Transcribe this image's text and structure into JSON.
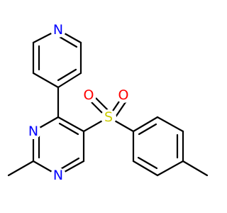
{
  "colors": {
    "background": "#ffffff",
    "bond": "#000000",
    "nitrogen": "#0000ff",
    "oxygen": "#ff0000",
    "sulfur": "#cccc00"
  },
  "atoms": {
    "n_pyridine": {
      "symbol": "N",
      "element": "nitrogen"
    },
    "n_pyrimidine_1": {
      "symbol": "N",
      "element": "nitrogen"
    },
    "n_pyrimidine_3": {
      "symbol": "N",
      "element": "nitrogen"
    },
    "s_sulfonyl": {
      "symbol": "S",
      "element": "sulfur"
    },
    "o_sulfonyl_left": {
      "symbol": "O",
      "element": "oxygen"
    },
    "o_sulfonyl_right": {
      "symbol": "O",
      "element": "oxygen"
    }
  }
}
